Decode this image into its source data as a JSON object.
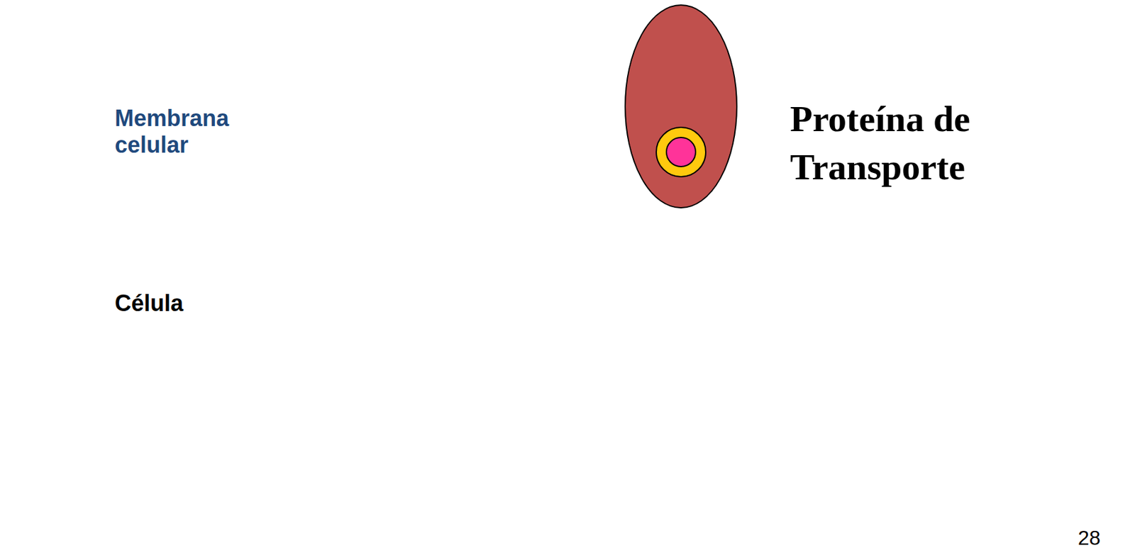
{
  "diagram": {
    "nodes": [
      {
        "text": [
          "Membrana celular"
        ]
      },
      {
        "text": [
          "Célula"
        ]
      }
    ],
    "labels": [
      "Proteína de Transporte",
      "28"
    ]
  }
}
